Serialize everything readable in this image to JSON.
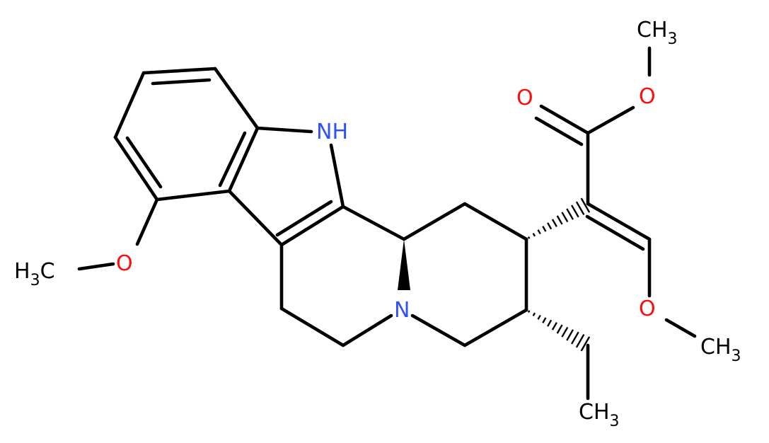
{
  "colors": {
    "bond": "#000000",
    "oxygen": "#ff0d0d",
    "nitrogen": "#3050f8",
    "carbon": "#000000",
    "background": "#ffffff"
  },
  "labels": {
    "nh": "NH",
    "n_ring": "N",
    "o_carbonyl": "O",
    "o_ester": "O",
    "ch3_ester": "CH",
    "ch3_ester_sub": "3",
    "o_methoxy_enol": "O",
    "ch3_enol": "CH",
    "ch3_enol_sub": "3",
    "o_methoxy_aryl": "O",
    "h3c_aryl_h": "H",
    "h3c_aryl_sub": "3",
    "h3c_aryl_c": "C",
    "ch3_ethyl": "CH",
    "ch3_ethyl_sub": "3"
  }
}
